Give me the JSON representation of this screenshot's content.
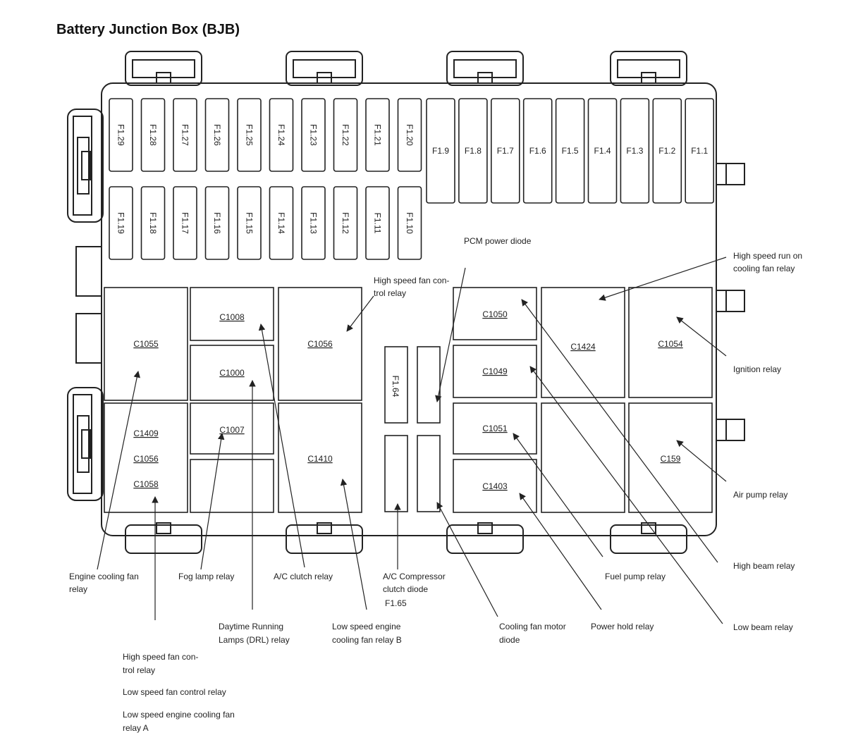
{
  "title": "Battery Junction Box (BJB)",
  "fuses_top_row": [
    "F1.29",
    "F1.28",
    "F1.27",
    "F1.26",
    "F1.25",
    "F1.24",
    "F1.23",
    "F1.22",
    "F1.21",
    "F1.20"
  ],
  "fuses_bottom_row": [
    "F1.19",
    "F1.18",
    "F1.17",
    "F1.16",
    "F1.15",
    "F1.14",
    "F1.13",
    "F1.12",
    "F1.11",
    "F1.10"
  ],
  "maxi_fuses": [
    "F1.9",
    "F1.8",
    "F1.7",
    "F1.6",
    "F1.5",
    "F1.4",
    "F1.3",
    "F1.2",
    "F1.1"
  ],
  "small_fuse": "F1.64",
  "connectors": {
    "c1055": "C1055",
    "c1008": "C1008",
    "c1000": "C1000",
    "c1056_right": "C1056",
    "c1409": "C1409",
    "c1056_left": "C1056",
    "c1058": "C1058",
    "c1007": "C1007",
    "c1410": "C1410",
    "c1050": "C1050",
    "c1049": "C1049",
    "c1051": "C1051",
    "c1403": "C1403",
    "c1424": "C1424",
    "c1054": "C1054",
    "c159": "C159"
  },
  "callouts": {
    "pcm_power_diode": "PCM power diode",
    "high_speed_fan_control_relay_top": [
      "High speed fan con-",
      "trol relay"
    ],
    "high_speed_run_on": [
      "High speed run on",
      "cooling fan relay"
    ],
    "ignition_relay": "Ignition relay",
    "air_pump_relay": "Air pump relay",
    "high_beam_relay": "High beam relay",
    "fuel_pump_relay": "Fuel pump relay",
    "low_beam_relay": "Low beam relay",
    "engine_cooling_fan_relay": [
      "Engine cooling fan",
      "relay"
    ],
    "fog_lamp_relay": "Fog lamp relay",
    "ac_clutch_relay": "A/C clutch relay",
    "ac_compressor_diode": [
      "A/C Compressor",
      "clutch diode",
      "F1.65"
    ],
    "drl_relay": [
      "Daytime Running",
      "Lamps (DRL) relay"
    ],
    "low_speed_engine_fan_relay_b": [
      "Low speed engine",
      "cooling fan relay B"
    ],
    "cooling_fan_motor_diode": [
      "Cooling fan motor",
      "diode"
    ],
    "power_hold_relay": "Power hold relay",
    "high_speed_fan_control_relay_bottom": [
      "High speed fan con-",
      "trol relay"
    ],
    "low_speed_fan_control_relay": "Low speed fan control relay",
    "low_speed_engine_fan_relay_a": [
      "Low speed engine cooling fan",
      "relay A"
    ]
  }
}
